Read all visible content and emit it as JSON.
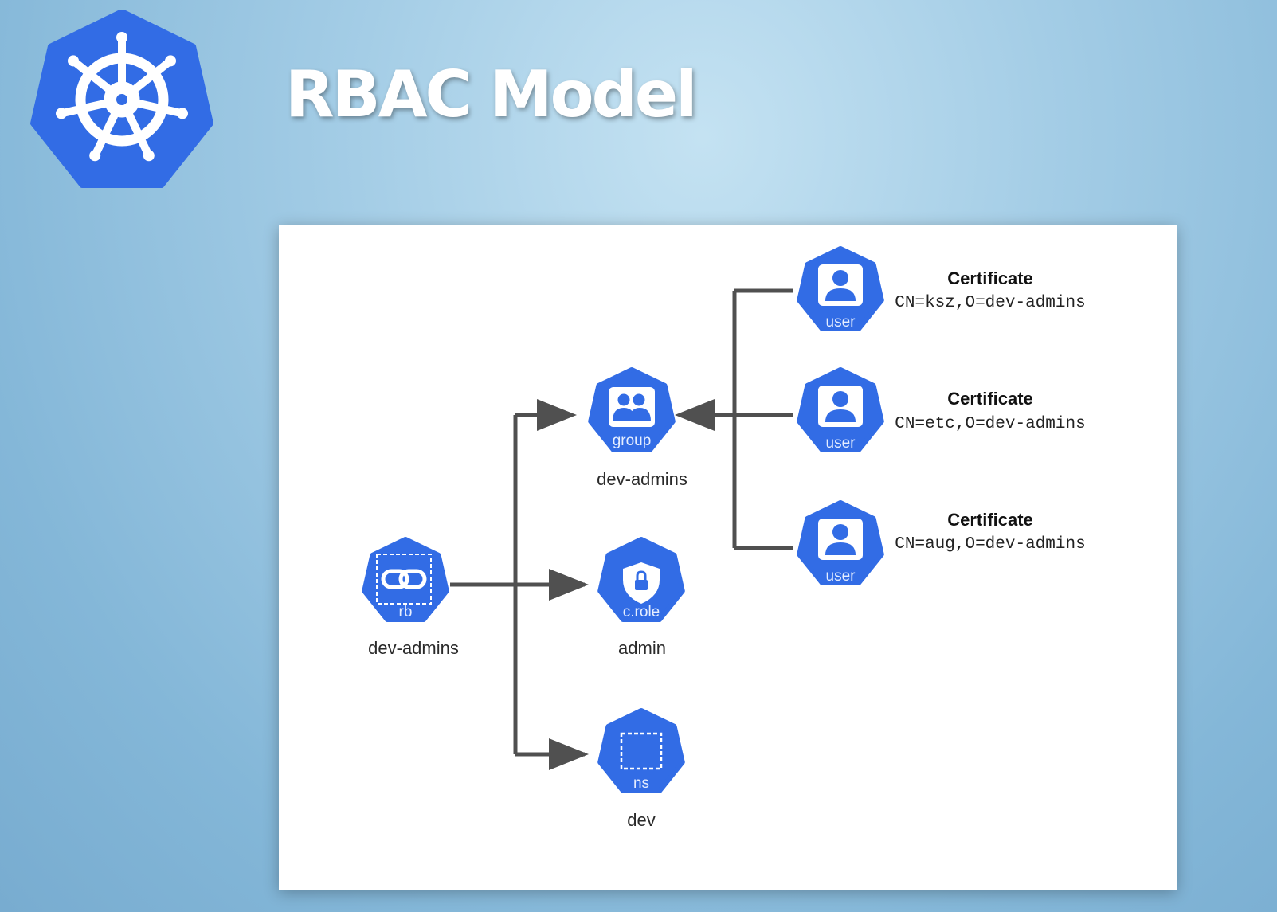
{
  "slide": {
    "title": "RBAC Model"
  },
  "logo": {
    "icon": "kubernetes-helm-wheel",
    "color": "#326ce5"
  },
  "diagram": {
    "icon_color": "#326ce5",
    "connector_color": "#505050",
    "rolebinding": {
      "icon_label": "rb",
      "name": "dev-admins",
      "icon": "link-icon"
    },
    "group": {
      "icon_label": "group",
      "name": "dev-admins",
      "icon": "people-icon"
    },
    "clusterrole": {
      "icon_label": "c.role",
      "name": "admin",
      "icon": "shield-lock-icon"
    },
    "namespace": {
      "icon_label": "ns",
      "name": "dev",
      "icon": "dashed-square-icon"
    },
    "users": [
      {
        "icon_label": "user",
        "cert_title": "Certificate",
        "cert_dn": "CN=ksz,O=dev-admins"
      },
      {
        "icon_label": "user",
        "cert_title": "Certificate",
        "cert_dn": "CN=etc,O=dev-admins"
      },
      {
        "icon_label": "user",
        "cert_title": "Certificate",
        "cert_dn": "CN=aug,O=dev-admins"
      }
    ]
  }
}
